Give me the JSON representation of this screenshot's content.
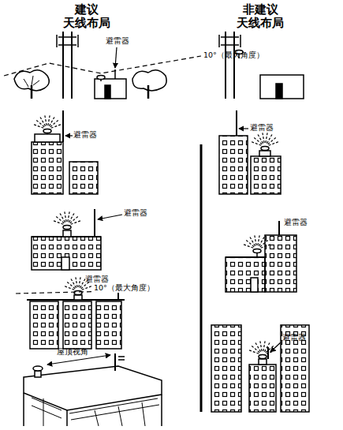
{
  "diagram": {
    "labels": [
      "建议 天线布局",
      "非建议 天线布局",
      "避雷器",
      "10°（最大角度）",
      "避雷器",
      "避雷器",
      "避雷器",
      "避雷器",
      "避雷器",
      "10°（最大角度）",
      "避雷器",
      "屋顶视角"
    ]
  }
}
